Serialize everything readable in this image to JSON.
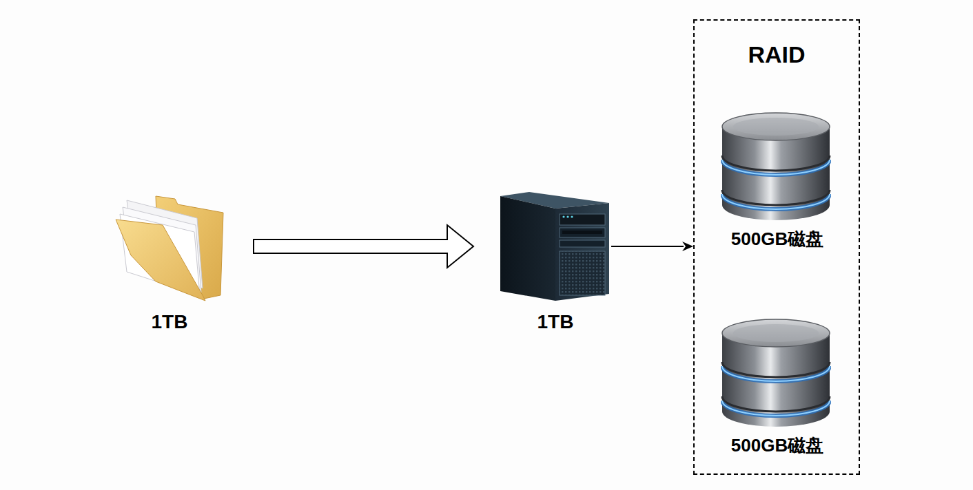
{
  "diagram": {
    "nodes": [
      {
        "text": [
          "1TB"
        ]
      },
      {
        "text": [
          "1TB"
        ]
      },
      {
        "text": [
          "RAID"
        ]
      },
      {
        "text": [
          "500GB磁盘"
        ],
        "in": 2
      },
      {
        "text": [
          "500GB磁盘"
        ],
        "in": 2
      }
    ],
    "edges": [
      {
        "from": 0,
        "to": 1,
        "arrow": "to"
      },
      {
        "from": 1,
        "to": 2,
        "arrow": "to"
      }
    ]
  }
}
